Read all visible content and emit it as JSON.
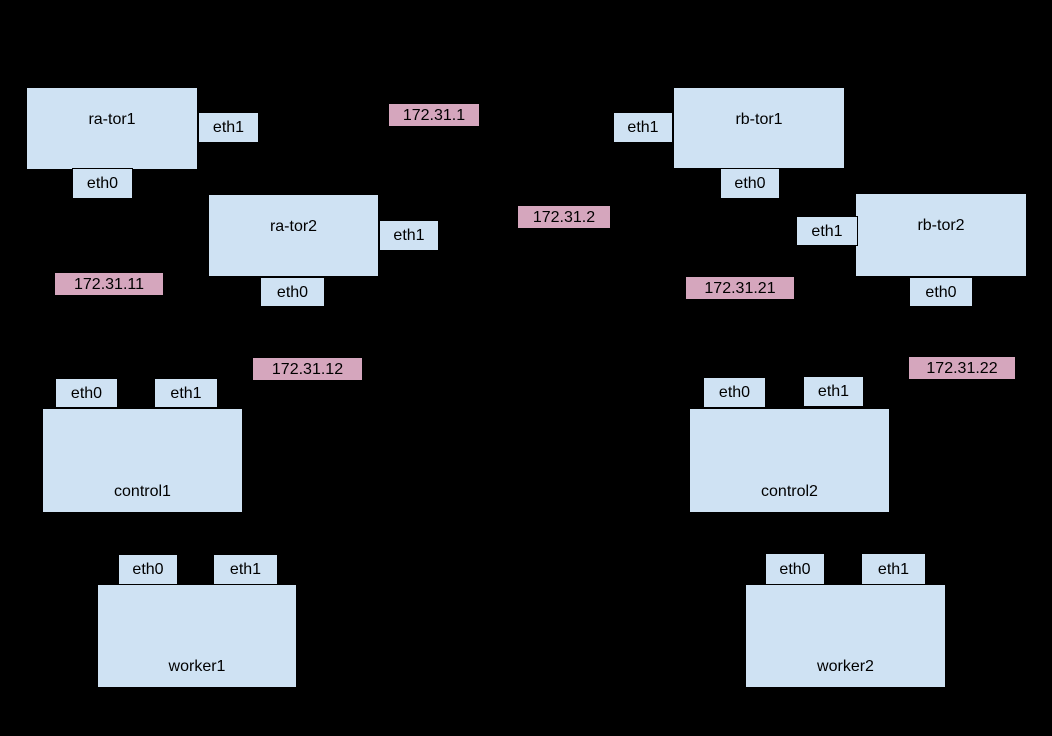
{
  "colors": {
    "background": "#000000",
    "node_fill": "#cfe2f3",
    "node_border": "#000000",
    "ip_label_fill": "#d5a6bd",
    "text": "#000000"
  },
  "nodes": [
    {
      "name": "ra-tor1",
      "interfaces": [
        "eth1",
        "eth0"
      ]
    },
    {
      "name": "ra-tor2",
      "interfaces": [
        "eth1",
        "eth0"
      ]
    },
    {
      "name": "rb-tor1",
      "interfaces": [
        "eth1",
        "eth0"
      ]
    },
    {
      "name": "rb-tor2",
      "interfaces": [
        "eth1",
        "eth0"
      ]
    },
    {
      "name": "control1",
      "interfaces": [
        "eth0",
        "eth1"
      ]
    },
    {
      "name": "control2",
      "interfaces": [
        "eth0",
        "eth1"
      ]
    },
    {
      "name": "worker1",
      "interfaces": [
        "eth0",
        "eth1"
      ]
    },
    {
      "name": "worker2",
      "interfaces": [
        "eth0",
        "eth1"
      ]
    }
  ],
  "ip_labels": [
    "172.31.1",
    "172.31.2",
    "172.31.11",
    "172.31.12",
    "172.31.21",
    "172.31.22"
  ]
}
